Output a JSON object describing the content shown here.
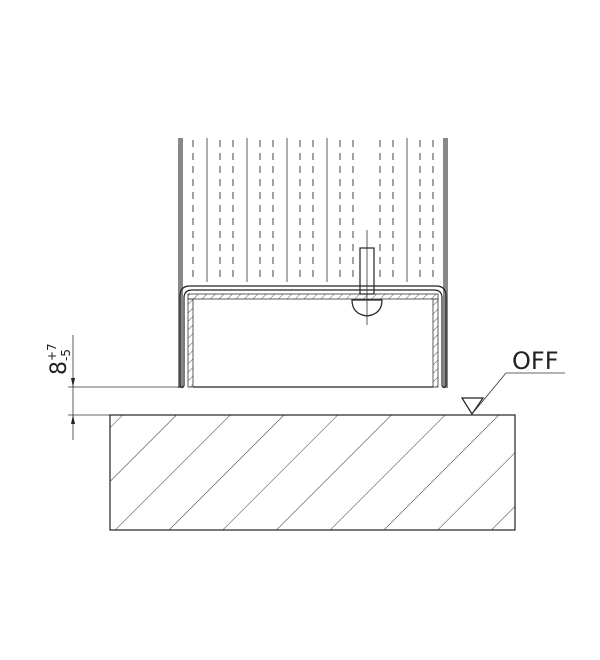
{
  "drawing": {
    "dimension": {
      "nominal": "8",
      "upper_tolerance": "+7",
      "lower_tolerance": "-5"
    },
    "floor_reference_label": "OFF"
  }
}
